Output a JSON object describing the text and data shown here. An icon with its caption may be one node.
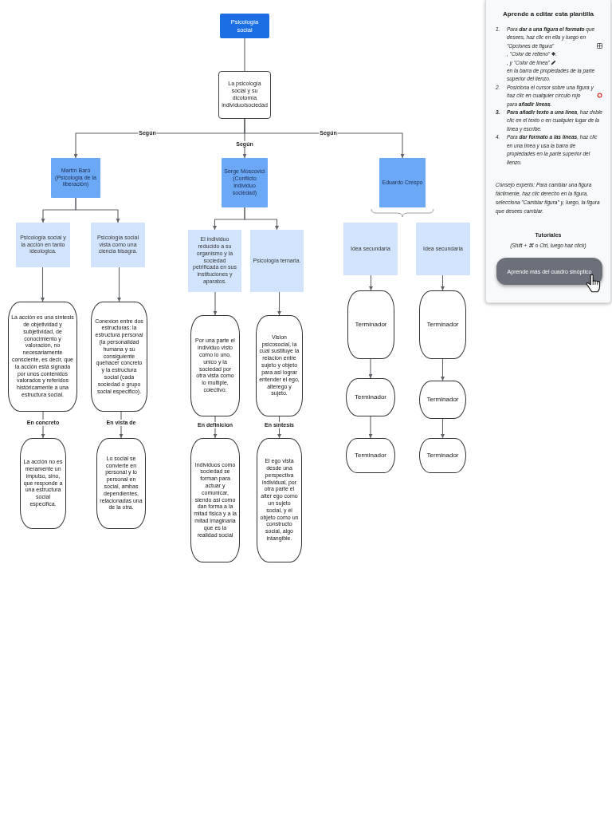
{
  "diagram": {
    "nodes": [
      {
        "text": [
          "Psicología social"
        ]
      },
      {
        "text": [
          "La psicología social y su dicotomía individuo/sociedad"
        ]
      },
      {
        "text": [
          "Martín Baró (Psicología de la liberación)"
        ]
      },
      {
        "text": [
          "Serge Moscovici (Conflicto individuo sociedad)"
        ]
      },
      {
        "text": [
          "Eduardo Crespo"
        ]
      },
      {
        "text": [
          "Psicología social y la acción en tanto ideologica."
        ]
      },
      {
        "text": [
          "Psicología social vista como una ciencia bisagra."
        ]
      },
      {
        "text": [
          "El individuo reducido a su organismo y la sociedad petrificada en sus instituciones y aparatos."
        ]
      },
      {
        "text": [
          "Psicología ternaria."
        ]
      },
      {
        "text": [
          "Idea secundaria"
        ]
      },
      {
        "text": [
          "Idea secundaria"
        ]
      },
      {
        "text": [
          "La acción es una síntesis de objetividad y subjetividad, de conocimiento y valoración, no necesariamente consciente, es decir, que la acción está signada por unos contenidos valorados y referidos históricamente a una estructura social."
        ]
      },
      {
        "text": [
          "Conexion entre dos estructuras: la estructura personal (la personalidad humana y su consiguiente quehacer concreto y la estructura social (cada sociedad o grupo social especifico)."
        ]
      },
      {
        "text": [
          "Por una parte el individuo visto como lo uno, unico y la sociedad por otra vista como lo multiple, colectivo."
        ]
      },
      {
        "text": [
          "Vision psicosocial, la cual sustituye la relacion entre sujeto y objeto para asi lograr entender el ego, alterego y sujeto."
        ]
      },
      {
        "text": [
          "Terminador"
        ]
      },
      {
        "text": [
          "Terminador"
        ]
      },
      {
        "text": [
          "La acción no es meramente un impulso, sino, que responde a una estructura social especifica."
        ]
      },
      {
        "text": [
          "Lo social se convierte en personal y lo personal en social, ambas dependientes, relacionadas una de la otra."
        ]
      },
      {
        "text": [
          "Individuos como sociedad se forman para actuar y comunicar, siendo asi como dan forma a la mitad fisica y a la mitad imaginaria que es la realidad social"
        ]
      },
      {
        "text": [
          "El ego vista desde una perspectiva individual, por otra parte el alter ego como un sujeto social, y el objeto como un constructo social, algo intangible."
        ]
      },
      {
        "text": [
          "Terminador"
        ]
      },
      {
        "text": [
          "Terminador"
        ]
      },
      {
        "text": [
          "Terminador"
        ]
      },
      {
        "text": [
          "Terminador"
        ]
      }
    ],
    "edges": [
      {
        "from": 0,
        "to": 1,
        "arrow": "none"
      },
      {
        "from": 1,
        "to": 2,
        "arrow": "to",
        "label": "Según"
      },
      {
        "from": 1,
        "to": 3,
        "arrow": "to",
        "label": "Según"
      },
      {
        "from": 1,
        "to": 4,
        "arrow": "to",
        "label": "Según"
      },
      {
        "from": 2,
        "to": 5,
        "arrow": "to"
      },
      {
        "from": 2,
        "to": 6,
        "arrow": "to"
      },
      {
        "from": 3,
        "to": 7,
        "arrow": "to"
      },
      {
        "from": 3,
        "to": 8,
        "arrow": "to"
      },
      {
        "from": 5,
        "to": 11,
        "arrow": "to"
      },
      {
        "from": 6,
        "to": 12,
        "arrow": "to"
      },
      {
        "from": 7,
        "to": 13,
        "arrow": "to"
      },
      {
        "from": 8,
        "to": 14,
        "arrow": "to"
      },
      {
        "from": 9,
        "to": 15,
        "arrow": "to"
      },
      {
        "from": 10,
        "to": 16,
        "arrow": "to"
      },
      {
        "from": 11,
        "to": 17,
        "arrow": "to",
        "label": "En concreto"
      },
      {
        "from": 12,
        "to": 18,
        "arrow": "to",
        "label": "En vista de"
      },
      {
        "from": 13,
        "to": 19,
        "arrow": "to",
        "label": "En definicion"
      },
      {
        "from": 14,
        "to": 20,
        "arrow": "to",
        "label": "En síntesis"
      },
      {
        "from": 15,
        "to": 21,
        "arrow": "to"
      },
      {
        "from": 16,
        "to": 22,
        "arrow": "to"
      },
      {
        "from": 21,
        "to": 23,
        "arrow": "to"
      },
      {
        "from": 22,
        "to": 24,
        "arrow": "to"
      }
    ],
    "labels": [
      "Aprende a editar esta plantilla",
      "1.",
      "Para **dar a una figura el formato** que desees, haz clic en ella y luego en \"Opciones de figura\"",
      ", \"Color de relleno\"",
      ", y \"Color de línea\"",
      "en la barra de propiedades de la parte superior del lienzo.",
      "2.",
      "Posiciona el cursor sobre una figura y haz clic en cualquier círculo rojo",
      "para **añadir líneas**.",
      "3.",
      "**Para añadir texto a una línea**, haz doble clic en el texto o en cualquier lugar de la línea y escribe.",
      "4.",
      "Para **dar formato a las líneas**, haz clic en una línea y usa la barra de propiedades en la parte superior del lienzo.",
      "Consejo experto: Para cambiar una figura fácilmente, haz clic derecho en la figura, selecciona \"Cambiar figura\" y, luego, la figura que desees cambiar.",
      "Tutoriales",
      "(Shift + ⌘ o Ctrl, luego haz click)",
      "Aprende más del cuadro sinóptico"
    ]
  }
}
